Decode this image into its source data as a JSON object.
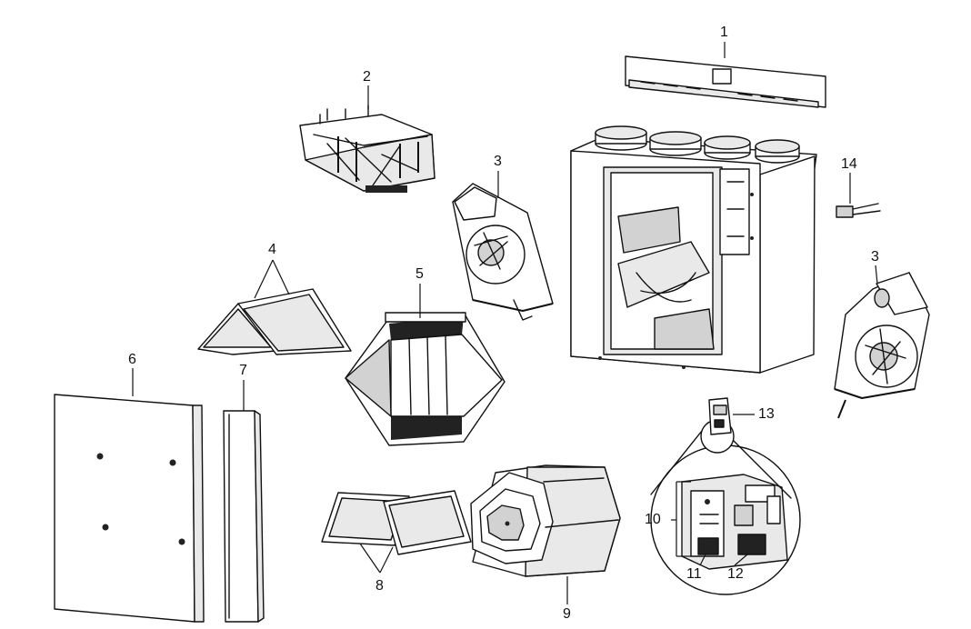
{
  "callouts": {
    "c1": "1",
    "c2": "2",
    "c3a": "3",
    "c3b": "3",
    "c4": "4",
    "c5": "5",
    "c6": "6",
    "c7": "7",
    "c8": "8",
    "c9": "9",
    "c10": "10",
    "c11": "11",
    "c12": "12",
    "c13": "13",
    "c14": "14"
  }
}
